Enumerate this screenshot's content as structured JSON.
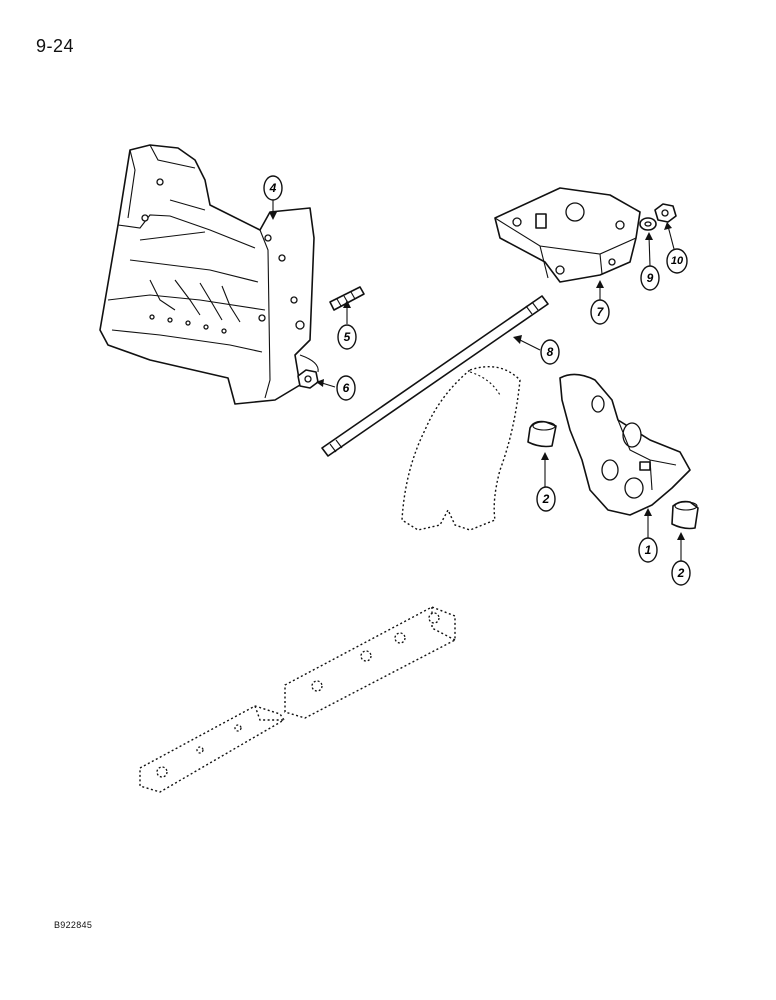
{
  "page": {
    "number": "9-24",
    "figure_code": "B922845"
  },
  "callouts": [
    {
      "id": "c1",
      "label": "1"
    },
    {
      "id": "c2a",
      "label": "2"
    },
    {
      "id": "c2b",
      "label": "2"
    },
    {
      "id": "c4",
      "label": "4"
    },
    {
      "id": "c5",
      "label": "5"
    },
    {
      "id": "c6",
      "label": "6"
    },
    {
      "id": "c7",
      "label": "7"
    },
    {
      "id": "c8",
      "label": "8"
    },
    {
      "id": "c9",
      "label": "9"
    },
    {
      "id": "c10",
      "label": "10"
    }
  ]
}
